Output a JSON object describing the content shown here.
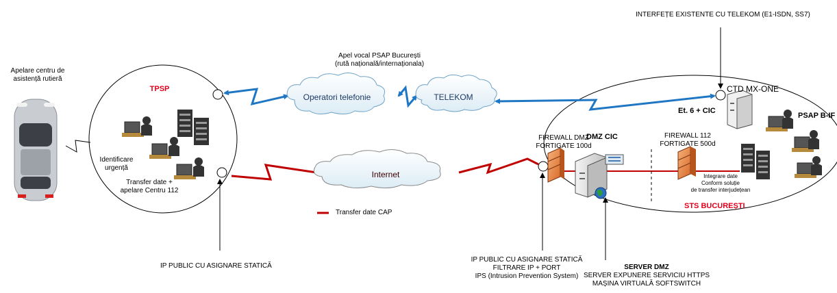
{
  "car_label": [
    "Apelare centru de",
    "asistență rutieră"
  ],
  "tpsp": {
    "title": "TPSP",
    "identify": [
      "Identificare",
      "urgență"
    ],
    "transfer": [
      "Transfer date +",
      "apelare Centru 112"
    ]
  },
  "voice_call": [
    "Apel vocal PSAP București",
    "(rută națională/internaționala)"
  ],
  "clouds": {
    "operators": "Operatori telefonie",
    "telekom": "TELEKOM",
    "internet": "Internet"
  },
  "interfaces_label": "INTERFEȚE EXISTENTE CU TELEKOM (E1-ISDN, SS7)",
  "sts": {
    "title": "STS BUCUREȘTI",
    "ctd": "CTD MX-ONE",
    "et6": "Et. 6 + CIC",
    "psap": "PSAP B-IF",
    "dmz": "DMZ CIC",
    "fw_dmz": [
      "FIREWALL DMZ",
      "FORTIGATE 100d"
    ],
    "fw_112": [
      "FIREWALL 112",
      "FORTIGATE 500d"
    ],
    "integration": [
      "Integrare date",
      "Conform soluție",
      "de transfer interjudețean"
    ]
  },
  "legend": {
    "label": "Transfer date CAP",
    "color": "#c00000"
  },
  "ip_left": "IP PUBLIC CU ASIGNARE STATICĂ",
  "ip_right": [
    "IP PUBLIC CU ASIGNARE STATICĂ",
    "FILTRARE IP + PORT",
    "IPS (Intrusion Prevention System)"
  ],
  "server": {
    "title": "SERVER DMZ",
    "lines": [
      "SERVER EXPUNERE SERVICIU HTTPS",
      "MAȘINA VIRTUALĂ SOFTSWITCH"
    ]
  },
  "colors": {
    "voice_link": "#1f77c4",
    "data_link": "#c00000",
    "tpsp_title": "#e0001b",
    "sts_title": "#e0001b"
  },
  "icons": [
    "car-icon",
    "workstation-icon",
    "server-rack-icon",
    "firewall-icon",
    "server-icon",
    "globe-icon",
    "pbx-icon"
  ]
}
